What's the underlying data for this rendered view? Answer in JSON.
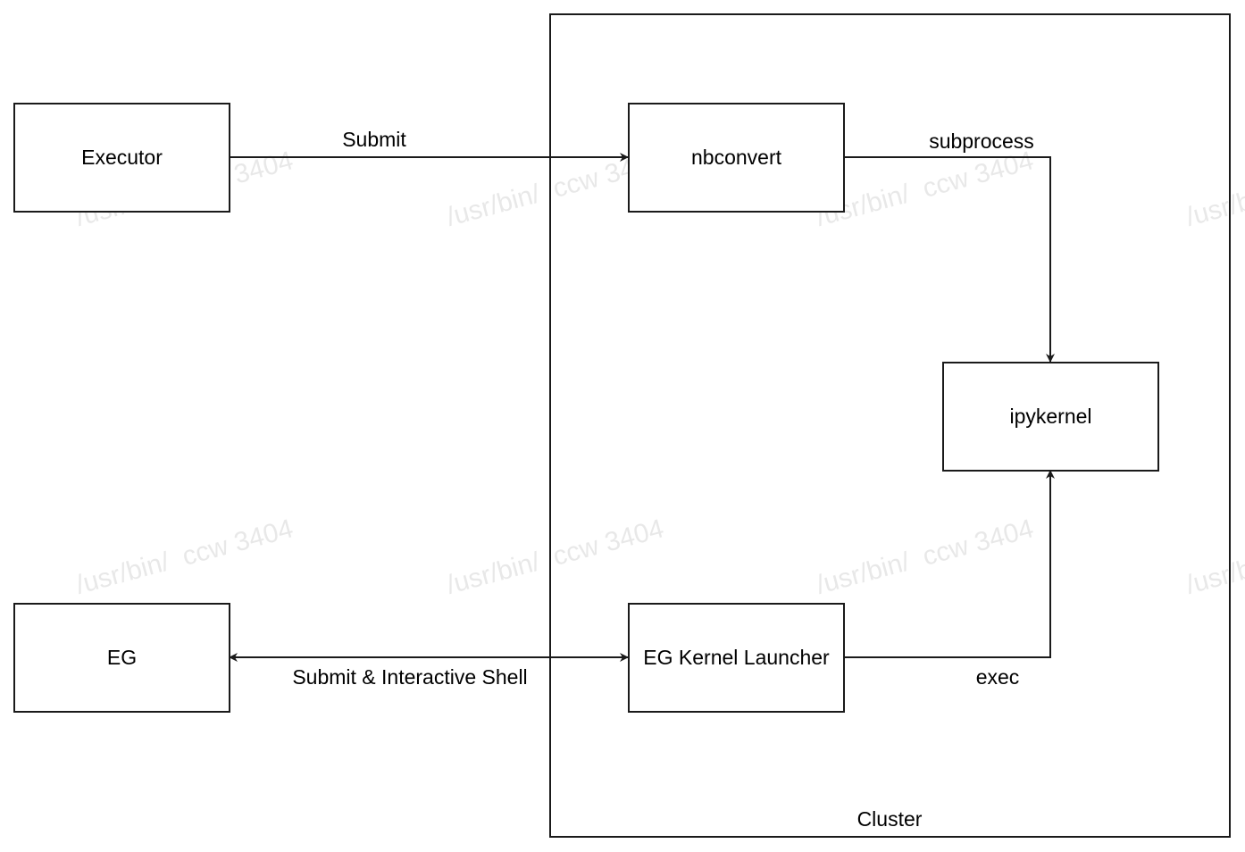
{
  "diagram": {
    "nodes": {
      "executor": "Executor",
      "eg": "EG",
      "nbconvert": "nbconvert",
      "eg_kernel_launcher": "EG Kernel Launcher",
      "ipykernel": "ipykernel"
    },
    "group": {
      "cluster": "Cluster"
    },
    "edges": {
      "executor_to_nbconvert": "Submit",
      "nbconvert_to_ipykernel": "subprocess",
      "eg_to_launcher": "Submit & Interactive Shell",
      "launcher_to_ipykernel": "exec"
    }
  },
  "watermark": {
    "text": "/usr/bin/  ccw 3404"
  },
  "colors": {
    "stroke": "#1a1a1a",
    "background": "#ffffff"
  }
}
